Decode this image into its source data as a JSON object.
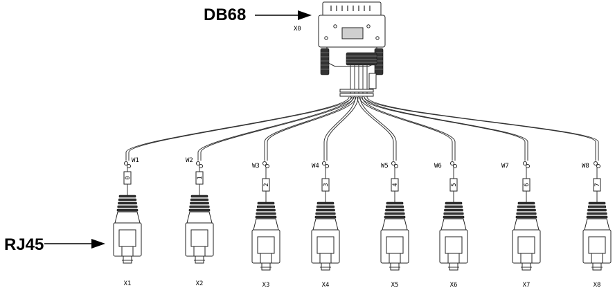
{
  "callouts": {
    "db68": "DB68",
    "rj45": "RJ45"
  },
  "connector_label": "X0",
  "cables": [
    {
      "wire": "W1",
      "marker": "0",
      "plug": "X1"
    },
    {
      "wire": "W2",
      "marker": "1",
      "plug": "X2"
    },
    {
      "wire": "W3",
      "marker": "2",
      "plug": "X3"
    },
    {
      "wire": "W4",
      "marker": "3",
      "plug": "X4"
    },
    {
      "wire": "W5",
      "marker": "4",
      "plug": "X5"
    },
    {
      "wire": "W6",
      "marker": "5",
      "plug": "X6"
    },
    {
      "wire": "W7",
      "marker": "6",
      "plug": "X7"
    },
    {
      "wire": "W8",
      "marker": "7",
      "plug": "X8"
    }
  ],
  "colors": {
    "line": "#222222",
    "dark_fill": "#333333",
    "background": "#ffffff"
  }
}
